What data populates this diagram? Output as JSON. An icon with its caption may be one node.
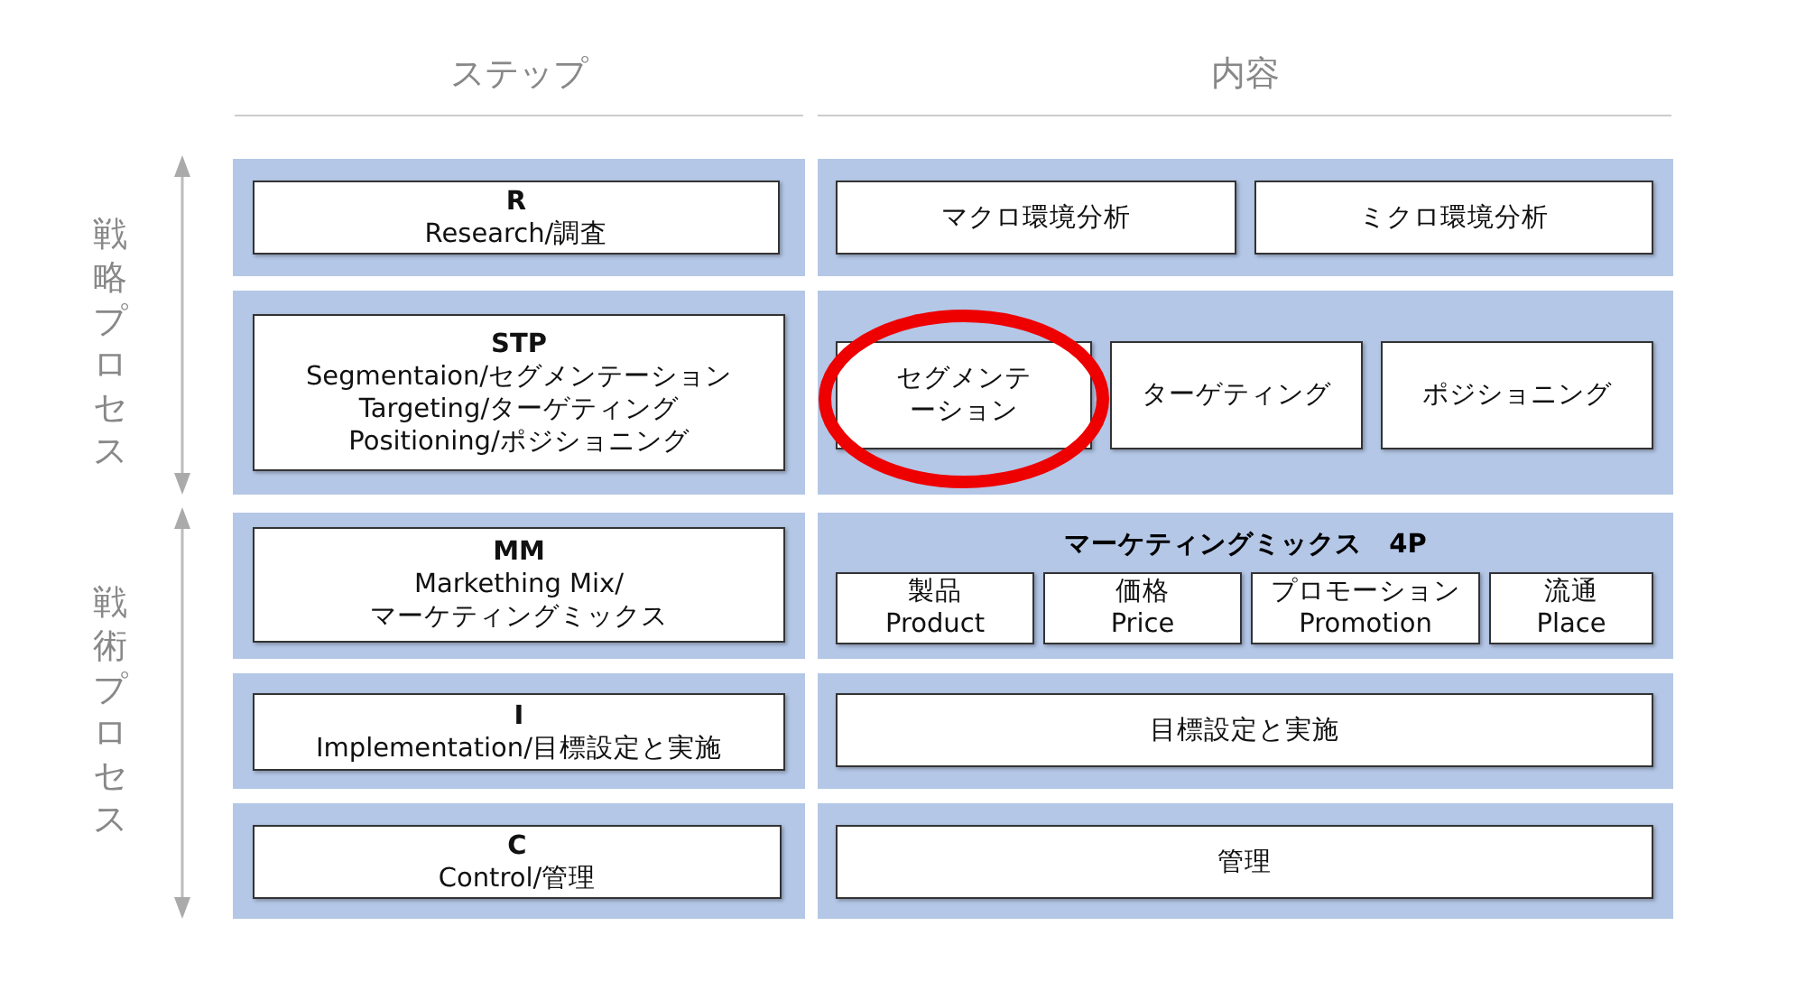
{
  "diagram": {
    "nodes": [
      {
        "text": [],
        "shape": "box"
      },
      {
        "text": [
          "R",
          "Research/調査"
        ],
        "in": 0
      },
      {
        "text": [],
        "shape": "box"
      },
      {
        "text": [
          "マクロ環境分析"
        ],
        "in": 2
      },
      {
        "text": [
          "ミクロ環境分析"
        ],
        "in": 2
      },
      {
        "text": [],
        "shape": "box"
      },
      {
        "text": [
          "STP",
          "Segmentaion/セグメンテーション",
          "Targeting/ターゲティング",
          "Positioning/ポジショニング"
        ],
        "in": 5
      },
      {
        "text": [],
        "shape": "box"
      },
      {
        "text": [
          "セグメンテーション"
        ],
        "in": 11
      },
      {
        "text": [
          "ターゲティング"
        ],
        "in": 7
      },
      {
        "text": [
          "ポジショニング"
        ],
        "in": 7
      },
      {
        "text": [],
        "shape": "circle",
        "in": 7
      },
      {
        "text": [],
        "shape": "box"
      },
      {
        "text": [
          "MM",
          "Markething Mix/",
          "マーケティングミックス"
        ],
        "in": 12
      },
      {
        "text": [
          "マーケティングミックス　4P"
        ]
      },
      {
        "text": [
          "製品",
          "Product"
        ],
        "in": 14
      },
      {
        "text": [
          "価格",
          "Price"
        ],
        "in": 14
      },
      {
        "text": [
          "プロモーション",
          "Promotion"
        ],
        "in": 14
      },
      {
        "text": [
          "流通",
          "Place"
        ],
        "in": 14
      },
      {
        "text": [],
        "shape": "box"
      },
      {
        "text": [
          "I",
          "Implementation/目標設定と実施"
        ],
        "in": 19
      },
      {
        "text": [],
        "shape": "box"
      },
      {
        "text": [
          "目標設定と実施"
        ],
        "in": 21
      },
      {
        "text": [],
        "shape": "box"
      },
      {
        "text": [
          "C",
          "Control/管理"
        ],
        "in": 23
      },
      {
        "text": [],
        "shape": "box"
      },
      {
        "text": [
          "管理"
        ],
        "in": 25
      }
    ],
    "edges": [],
    "labels": [
      "ステップ",
      "内容",
      "戦略プロセス",
      "戦術プロセス"
    ]
  }
}
